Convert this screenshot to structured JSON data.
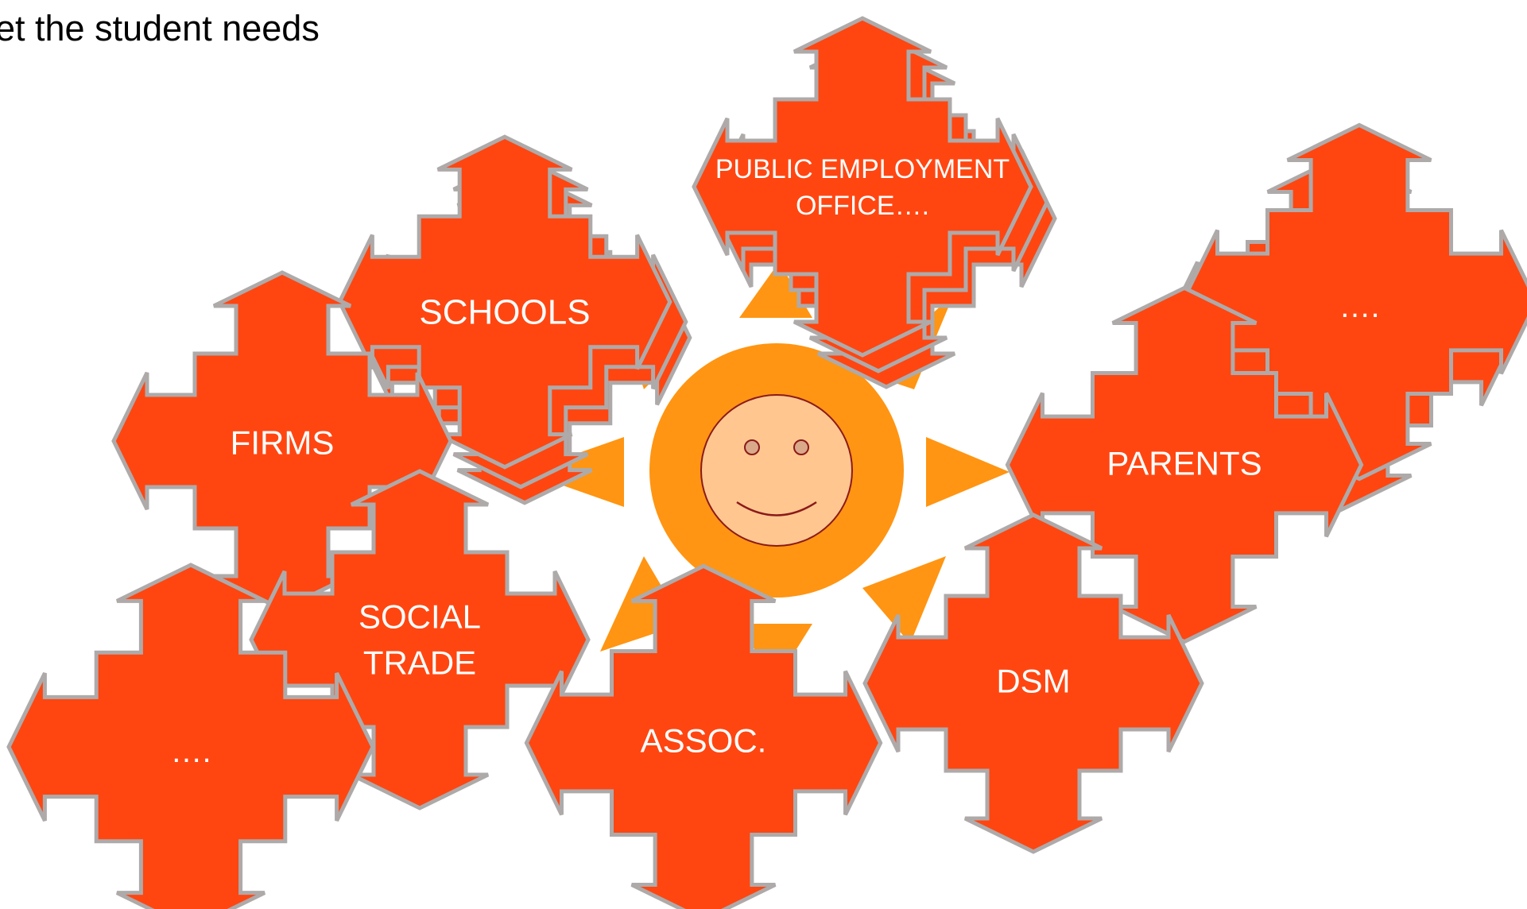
{
  "caption": "et the student needs",
  "center": {
    "icon": "smiley-face-icon"
  },
  "colors": {
    "node_fill": "#FF4611",
    "node_stroke": "#AEAAAA",
    "sun_ray": "#FF9512",
    "sun_disk": "#FF9512",
    "face": "#FFC78F",
    "face_outline": "#8B1A1A"
  },
  "nodes": [
    {
      "key": "public-employment-office",
      "lines": [
        "PUBLIC EMPLOYMENT",
        "OFFICE…."
      ]
    },
    {
      "key": "schools",
      "lines": [
        "SCHOOLS"
      ]
    },
    {
      "key": "ellipsis-top-right",
      "lines": [
        "…."
      ]
    },
    {
      "key": "firms",
      "lines": [
        "FIRMS"
      ]
    },
    {
      "key": "parents",
      "lines": [
        "PARENTS"
      ]
    },
    {
      "key": "social-trade",
      "lines": [
        "SOCIAL",
        "TRADE"
      ]
    },
    {
      "key": "dsm",
      "lines": [
        "DSM"
      ]
    },
    {
      "key": "ellipsis-bottom-left",
      "lines": [
        "…."
      ]
    },
    {
      "key": "assoc",
      "lines": [
        "ASSOC."
      ]
    }
  ]
}
